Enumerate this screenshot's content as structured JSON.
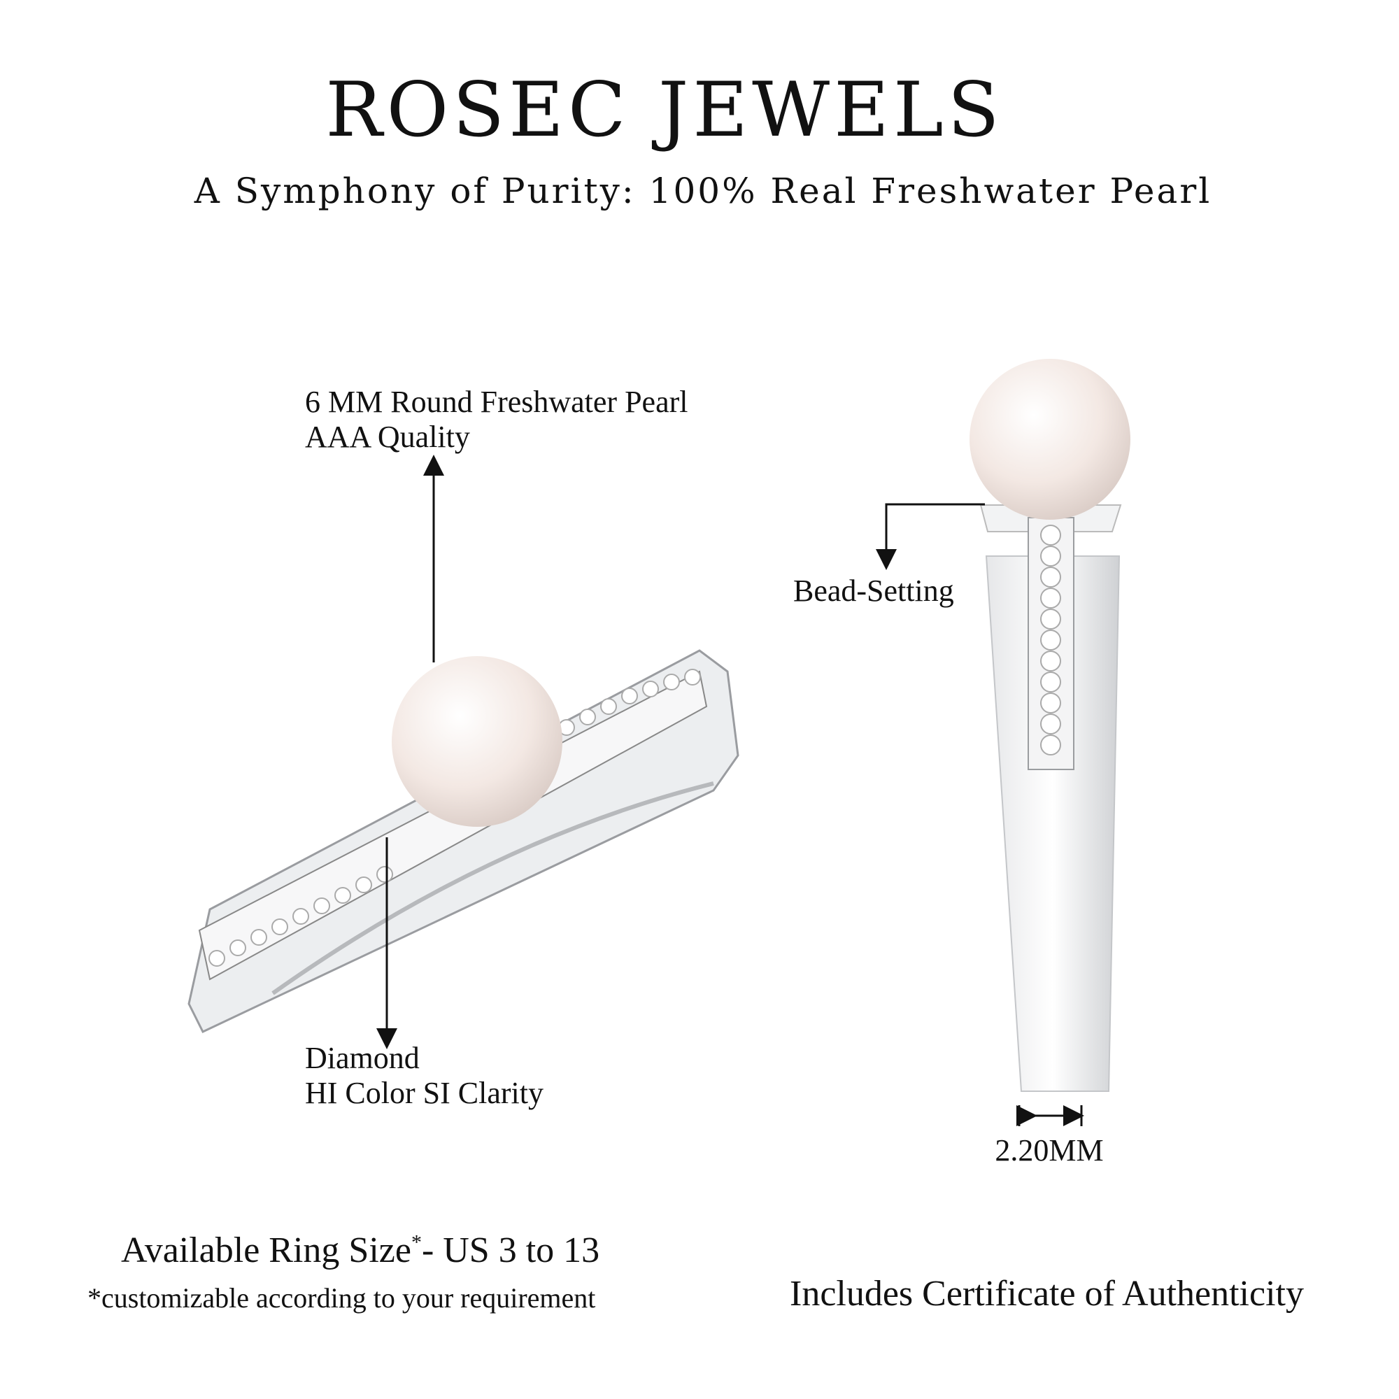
{
  "brand": {
    "title": "ROSEC JEWELS",
    "subtitle": "A Symphony of Purity: 100% Real Freshwater Pearl"
  },
  "callouts": {
    "pearl": {
      "line1": "6 MM Round Freshwater Pearl",
      "line2": "AAA Quality"
    },
    "diamond": {
      "line1": "Diamond",
      "line2": "HI Color SI Clarity"
    },
    "setting": "Bead-Setting",
    "width": "2.20MM"
  },
  "footer": {
    "ring_size": "Available Ring Size",
    "asterisk": "*",
    "ring_size_range": "- US 3 to 13",
    "footnote": "*customizable according to your requirement",
    "certificate": "Includes Certificate of Authenticity"
  },
  "colors": {
    "text": "#111111",
    "metal": "#d9dadc",
    "pearl": "#f3ebe6"
  }
}
